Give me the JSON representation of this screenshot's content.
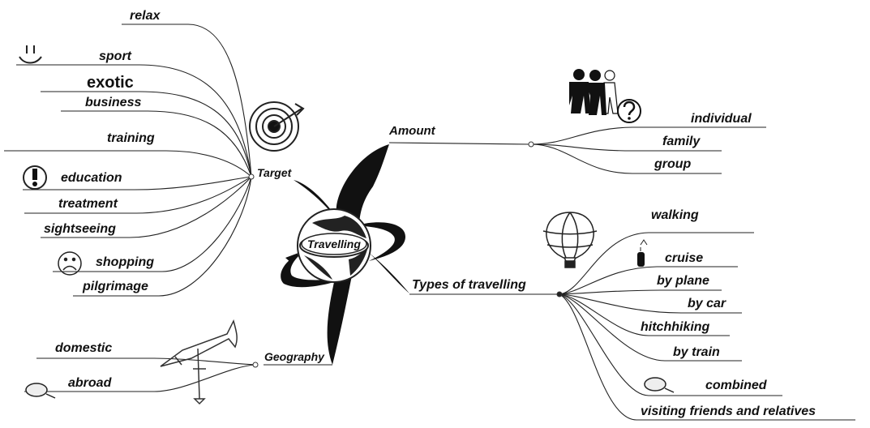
{
  "center": {
    "label": "Travelling"
  },
  "target": {
    "label": "Target",
    "items": [
      "relax",
      "sport",
      "exotic",
      "business",
      "training",
      "education",
      "treatment",
      "sightseeing",
      "shopping",
      "pilgrimage"
    ]
  },
  "amount": {
    "label": "Amount",
    "items": [
      "individual",
      "family",
      "group"
    ]
  },
  "types": {
    "label": "Types of travelling",
    "items": [
      "walking",
      "cruise",
      "by plane",
      "by car",
      "hitchhiking",
      "by train",
      "combined",
      "visiting friends and relatives"
    ]
  },
  "geography": {
    "label": "Geography",
    "items": [
      "domestic",
      "abroad"
    ]
  },
  "icons": [
    "smiley-icon",
    "target-icon",
    "exclamation-icon",
    "sad-face-icon",
    "people-icon",
    "question-icon",
    "balloon-icon",
    "ship-icon",
    "magnifier-icon",
    "weathervane-icon"
  ]
}
